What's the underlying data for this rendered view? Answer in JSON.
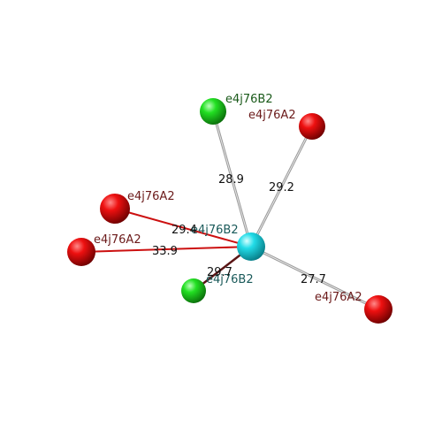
{
  "colors": {
    "background": "#ffffff",
    "center_sphere": "#19d7e6",
    "red_sphere": "#e00000",
    "green_sphere": "#1ed81e",
    "label_red": "#6b1a1a",
    "label_green": "#1a5a1a",
    "label_center": "#1a5a5a",
    "distance_text": "#111111",
    "bond_gray": "#bdbdbd",
    "bond_red": "#cc1010",
    "bond_dark": "#5a1515"
  },
  "center": {
    "label": "e4j76B2"
  },
  "neighbors": [
    {
      "id": "n1",
      "label": "e4j76B2",
      "kind": "green",
      "distance": "28.9",
      "bond": "gray"
    },
    {
      "id": "n2",
      "label": "e4j76A2",
      "kind": "red",
      "distance": "29.2",
      "bond": "gray"
    },
    {
      "id": "n3",
      "label": "e4j76A2",
      "kind": "red",
      "distance": "29.4",
      "bond": "red"
    },
    {
      "id": "n4",
      "label": "e4j76A2",
      "kind": "red",
      "distance": "33.9",
      "bond": "red"
    },
    {
      "id": "n5",
      "label": "e4j76B2",
      "kind": "green",
      "distance": "29.7",
      "bond": "dark"
    },
    {
      "id": "n6",
      "label": "e4j76A2",
      "kind": "red",
      "distance": "27.7",
      "bond": "gray"
    }
  ]
}
